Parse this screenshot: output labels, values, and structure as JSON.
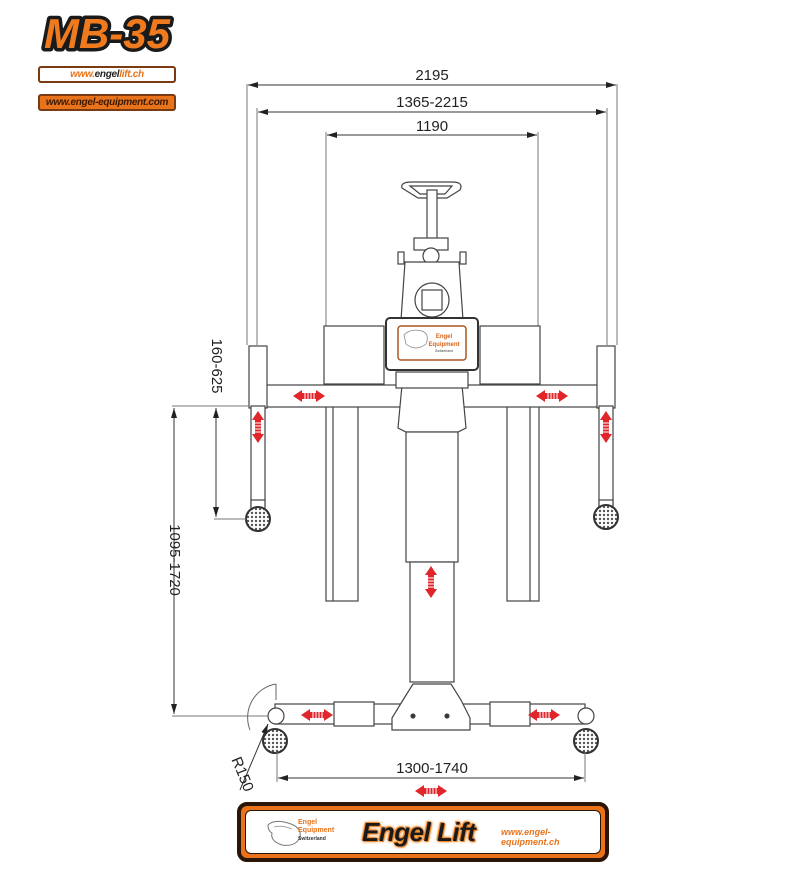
{
  "header": {
    "model": "MB-35",
    "url_primary_prefix": "www.",
    "url_primary_brand": "engel",
    "url_primary_rest": "lift.ch",
    "url_secondary": "www.engel-equipment.com"
  },
  "diagram": {
    "subject": "Engel Lift MB-35 mobile lift — top view with dimensions (mm)",
    "colors": {
      "line": "#555555",
      "dimension": "#333333",
      "arrow": "#e0262b",
      "accent": "#e8731a",
      "dark": "#2a1506"
    },
    "dimensions": {
      "overall_width": "2195",
      "arm_span_range": "1365-2215",
      "inner_width": "1190",
      "leg_adjust": "160-625",
      "frame_length_range": "1095-1720",
      "base_width_range": "1300-1740",
      "wheel_radius": "R150"
    }
  },
  "plate": {
    "logo_line1": "Engel",
    "logo_line2": "Equipment",
    "logo_line3": "Switzerland"
  },
  "footer": {
    "brand": "Engel Lift",
    "url": "www.engel-equipment.ch",
    "mini_line1": "Engel",
    "mini_line2": "Equipment",
    "mini_line3": "Switzerland"
  }
}
